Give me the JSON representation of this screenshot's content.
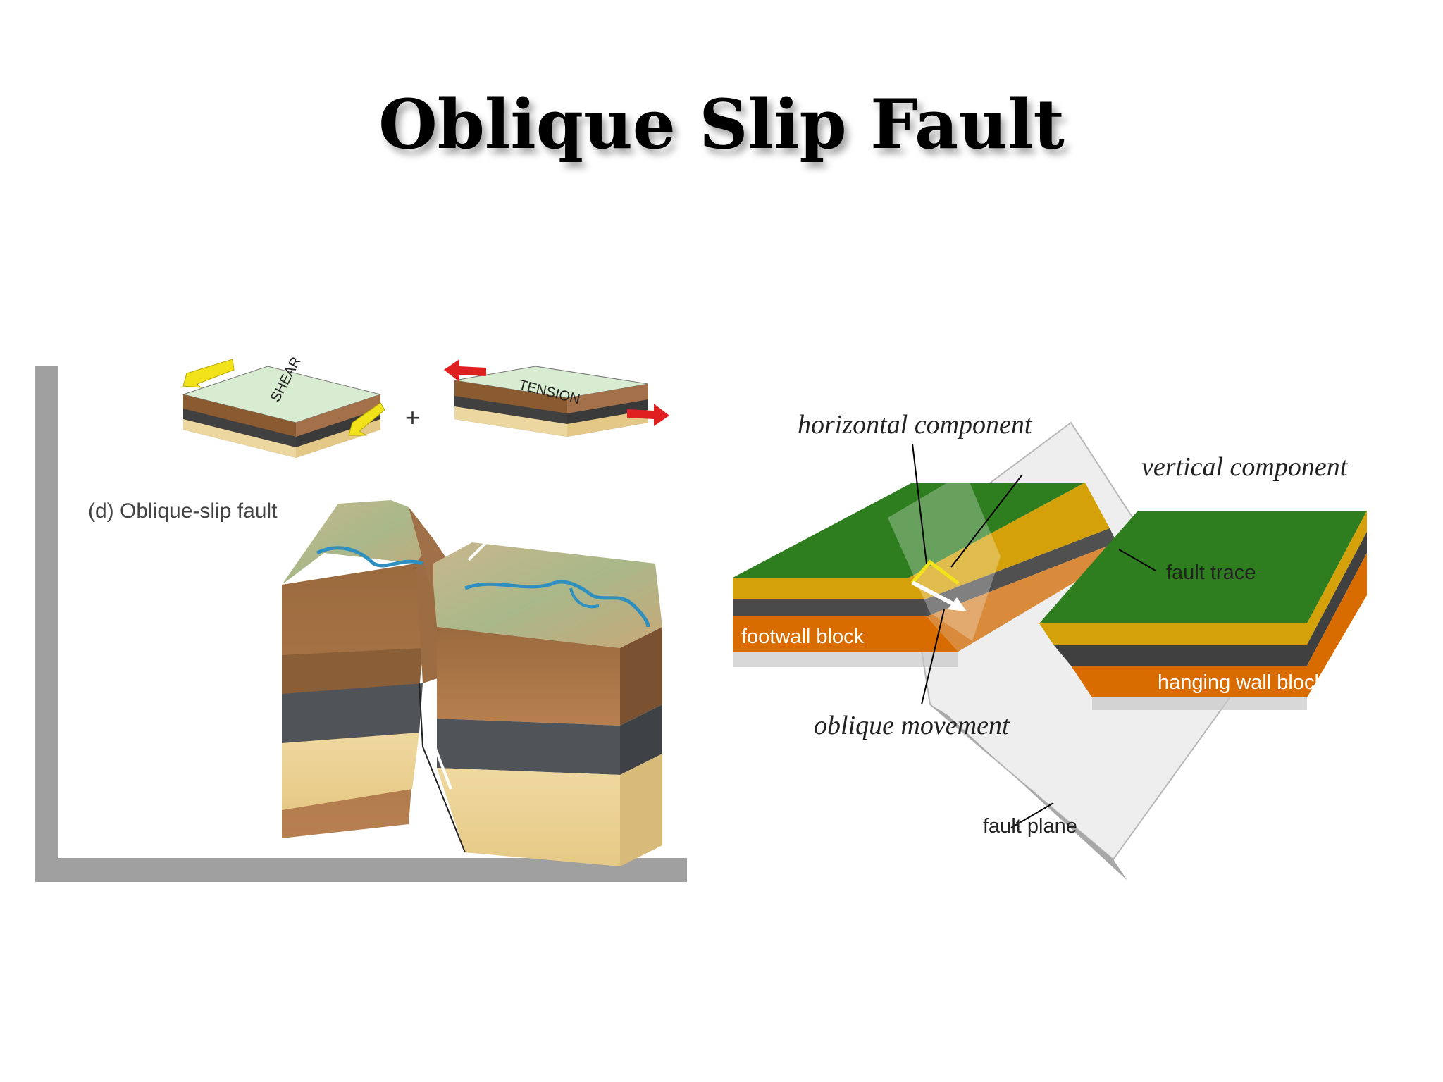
{
  "title": "Oblique Slip Fault",
  "left_figure": {
    "shear_label": "SHEAR",
    "plus": "+",
    "tension_label": "TENSION",
    "caption": "(d) Oblique-slip fault"
  },
  "right_figure": {
    "horizontal_component": "horizontal component",
    "vertical_component": "vertical component",
    "fault_trace": "fault trace",
    "footwall_block": "footwall block",
    "hanging_wall_block": "hanging wall block",
    "oblique_movement": "oblique movement",
    "fault_plane": "fault plane"
  },
  "colors": {
    "green_surface": "#2e7d1f",
    "gold_layer": "#d4a10a",
    "dark_layer": "#4a4a4a",
    "orange_layer": "#d96c00",
    "shear_arrow": "#f2e21a",
    "tension_arrow": "#e02020",
    "frame_gray": "#9a9a9a"
  }
}
